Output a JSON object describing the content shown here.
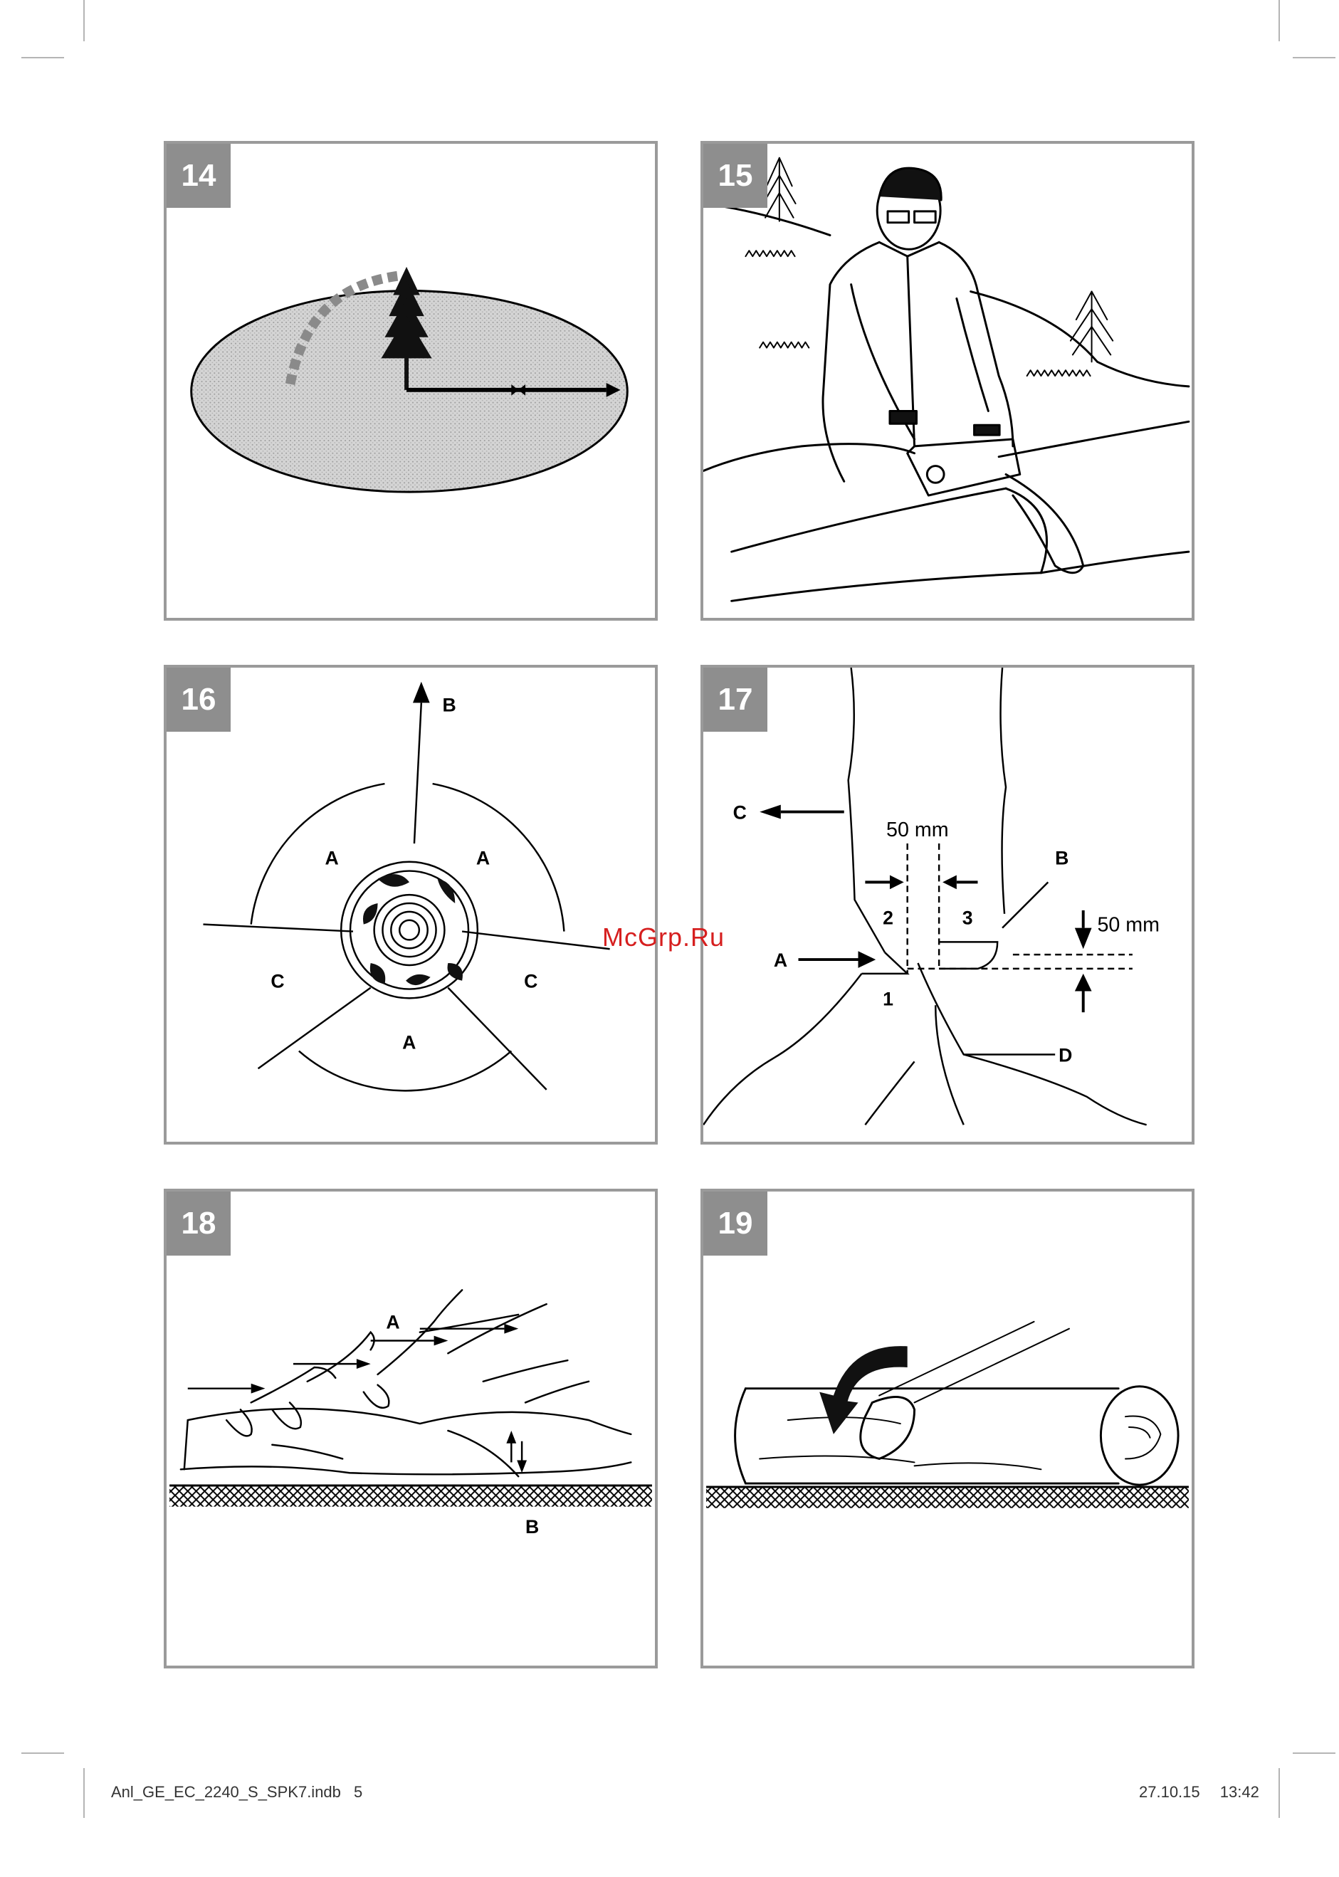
{
  "figures": [
    {
      "number": "14",
      "labels": {}
    },
    {
      "number": "15",
      "labels": {}
    },
    {
      "number": "16",
      "labels": {
        "b": "B",
        "a_left": "A",
        "a_right": "A",
        "a_bottom": "A",
        "c_left": "C",
        "c_right": "C"
      }
    },
    {
      "number": "17",
      "labels": {
        "c": "C",
        "dim_top": "50 mm",
        "b": "B",
        "n2": "2",
        "n3": "3",
        "dim_right": "50 mm",
        "a": "A",
        "n1": "1",
        "d": "D"
      }
    },
    {
      "number": "18",
      "labels": {
        "a": "A",
        "b": "B"
      }
    },
    {
      "number": "19",
      "labels": {}
    }
  ],
  "watermark": "McGrp.Ru",
  "footer": {
    "file": "Anl_GE_EC_2240_S_SPK7.indb",
    "page": "5",
    "date": "27.10.15",
    "time": "13:42"
  },
  "colors": {
    "frame": "#9a9a9a",
    "number_tab": "#8e8e8e",
    "watermark": "#d61f1f"
  }
}
